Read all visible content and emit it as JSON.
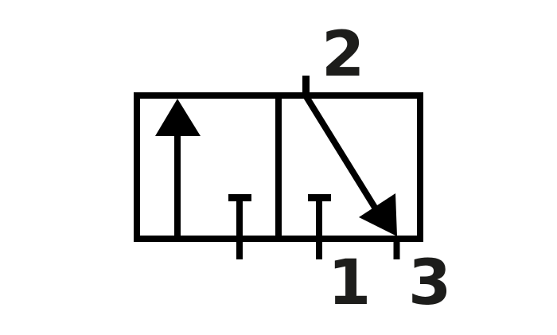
{
  "diagram": {
    "type": "pneumatic-valve-symbol",
    "description": "3/2-way directional control valve symbol",
    "stroke_color": "#000000",
    "label_color": "#1d1d1b",
    "background": "#ffffff",
    "ports": [
      {
        "id": "2",
        "label": "2"
      },
      {
        "id": "1",
        "label": "1"
      },
      {
        "id": "3",
        "label": "3"
      }
    ],
    "positions": [
      {
        "name": "left-position",
        "content": "flow arrow up, port blocked (T)"
      },
      {
        "name": "right-position",
        "content": "diagonal flow arrow from port 2 to port 3, port 1 blocked (T)"
      }
    ]
  }
}
